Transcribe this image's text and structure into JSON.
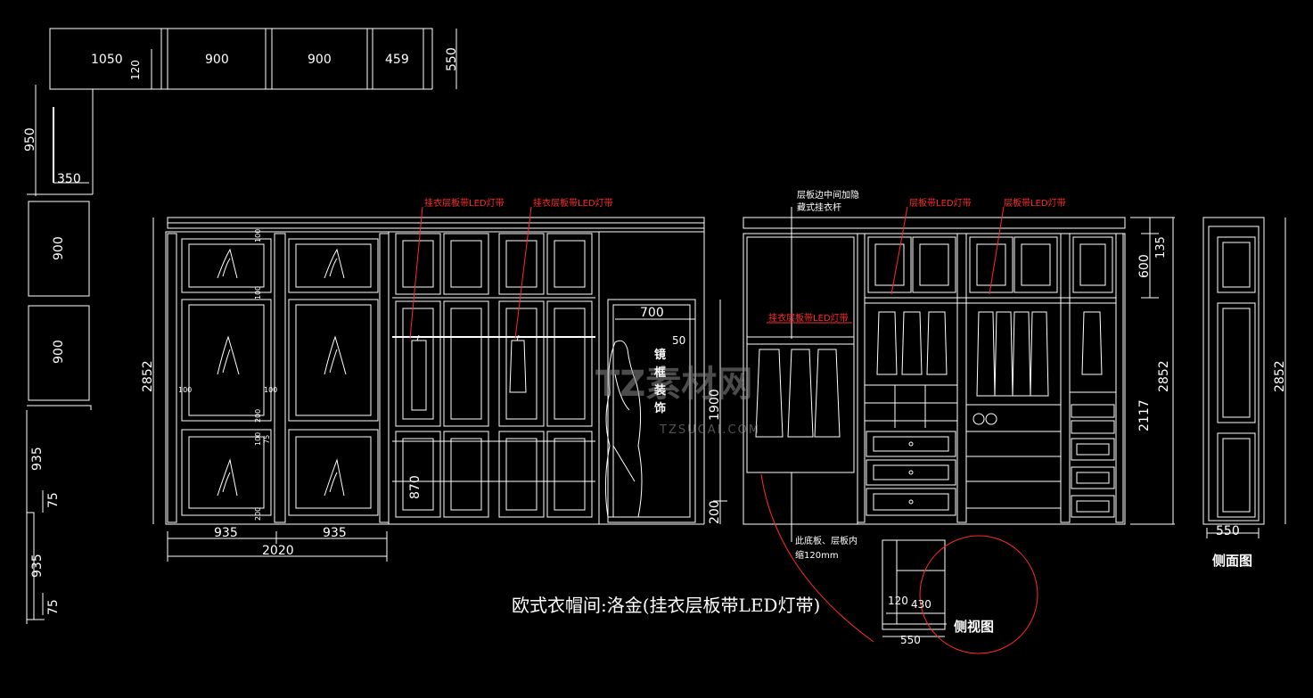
{
  "title": "欧式衣帽间:洛金(挂衣层板带LED灯带)",
  "labels": {
    "side_view": "侧视图",
    "section_view": "侧面图"
  },
  "watermark": {
    "brand": "TZ素材网",
    "url": "TZSUCAI.COM"
  },
  "plan_dims": {
    "top": [
      "1050",
      "900",
      "900",
      "459"
    ],
    "depth_top": "550",
    "offset": "120",
    "left_height": "950",
    "left_depth": "350",
    "left_units": [
      "900",
      "900"
    ],
    "lower": [
      "935",
      "75",
      "935",
      "75"
    ]
  },
  "elev1": {
    "height": "2852",
    "widths": [
      "935",
      "935"
    ],
    "total": "2020",
    "sm_right": "1900",
    "sm_bottom": "200",
    "mirror_width": "700",
    "mirror_gap": "50",
    "inner": "870",
    "small": [
      "100",
      "100",
      "100",
      "100",
      "200",
      "100",
      "75",
      "200"
    ],
    "mirror_note": [
      "镜",
      "框",
      "装",
      "饰"
    ]
  },
  "red_notes": [
    "挂衣层板带LED灯带",
    "挂衣层板带LED灯带",
    "层板带LED灯带",
    "层板带LED灯带",
    "挂衣层板带LED灯带"
  ],
  "notes": {
    "top_a": "层板边中间加隐",
    "top_b": "藏式挂衣杆",
    "bottom_a": "此底板、层板内",
    "bottom_b": "缩120mm"
  },
  "elev2": {
    "top": "135",
    "upper": "600",
    "height": "2852",
    "middle": "2117"
  },
  "side": {
    "height": "2852",
    "width": "550"
  },
  "detail": {
    "a": "120",
    "b": "430",
    "c": "550"
  },
  "colors": {
    "line": "#ffffff",
    "accent": "#ff2a2a",
    "bg": "#000000"
  }
}
